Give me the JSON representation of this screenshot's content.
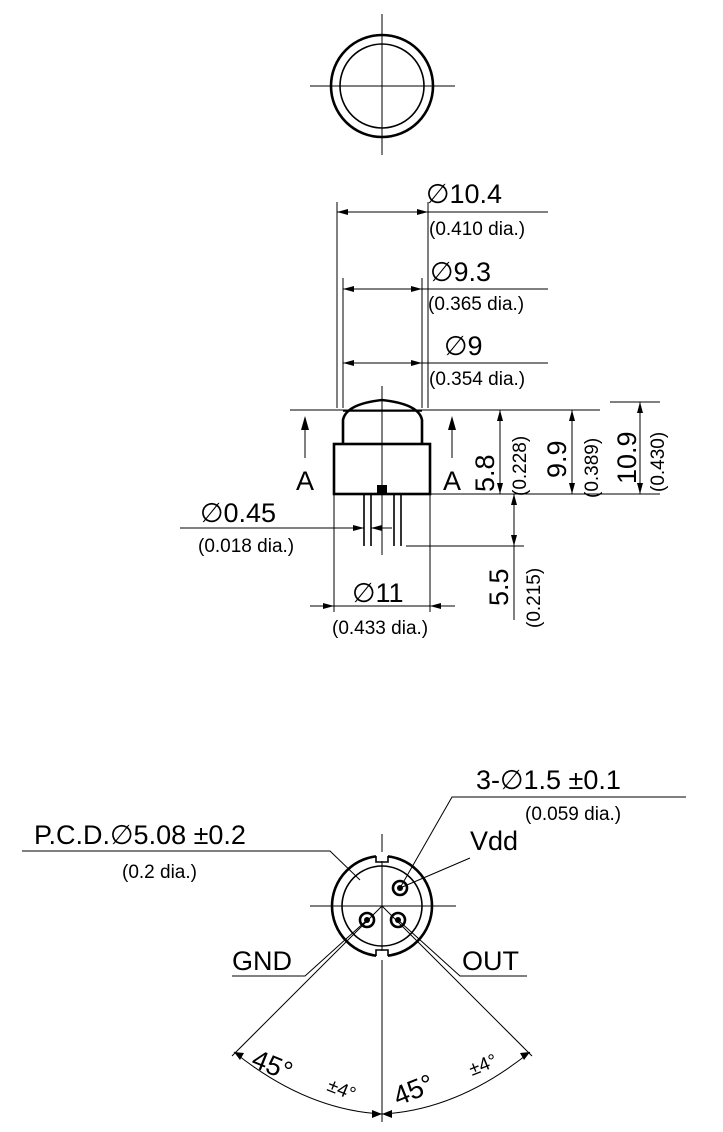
{
  "top_view": {},
  "side_view": {
    "dia_cap": {
      "main": "∅10.4",
      "sub": "(0.410 dia.)"
    },
    "dia_window": {
      "main": "∅9.3",
      "sub": "(0.365 dia.)"
    },
    "dia_body": {
      "main": "∅9",
      "sub": "(0.354 dia.)"
    },
    "dia_pin": {
      "main": "∅0.45",
      "sub": "(0.018 dia.)"
    },
    "dia_flange": {
      "main": "∅11",
      "sub": "(0.433 dia.)"
    },
    "height_A": {
      "main": "5.8",
      "sub": "(0.228)"
    },
    "height_B": {
      "main": "9.9",
      "sub": "(0.389)"
    },
    "height_C": {
      "main": "10.9",
      "sub": "(0.430)"
    },
    "lead_len": {
      "main": "5.5",
      "sub": "(0.215)"
    },
    "section_left": "A",
    "section_right": "A"
  },
  "bottom_view": {
    "hole_spec": {
      "main": "3-∅1.5 ±0.1",
      "sub": "(0.059 dia.)"
    },
    "pcd": {
      "main": "P.C.D.∅5.08 ±0.2",
      "sub": "(0.2 dia.)"
    },
    "pin_vdd": "Vdd",
    "pin_gnd": "GND",
    "pin_out": "OUT",
    "angle_left": "45°",
    "angle_right": "45°",
    "tol_left": "±4°",
    "tol_right": "±4°"
  }
}
